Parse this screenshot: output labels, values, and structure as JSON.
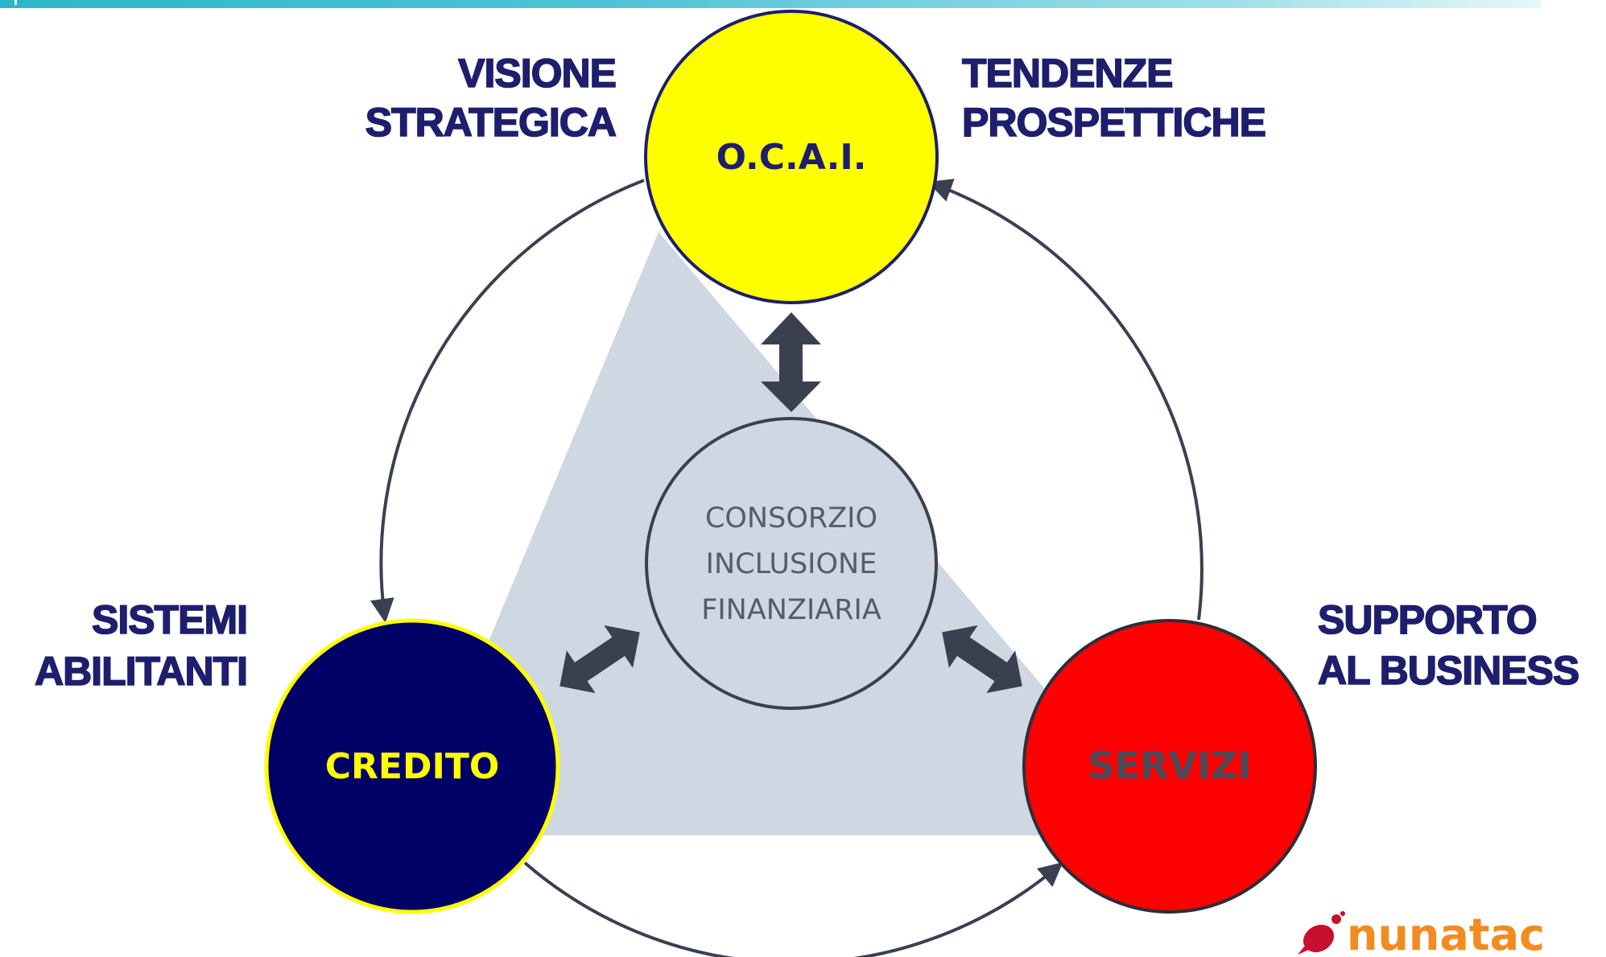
{
  "nodes": {
    "top": {
      "label": "O.C.A.I.",
      "fill": "#ffff00",
      "text_color": "#1e1e6e"
    },
    "left": {
      "label": "CREDITO",
      "fill": "#000066",
      "text_color": "#ffff00"
    },
    "right": {
      "label": "SERVIZI",
      "fill": "#ff0000",
      "text_color": "#4a4a5a"
    },
    "center": {
      "line1": "CONSORZIO",
      "line2": "INCLUSIONE",
      "line3": "FINANZIARIA"
    }
  },
  "labels": {
    "top_left": {
      "line1": "VISIONE",
      "line2": "STRATEGICA"
    },
    "top_right": {
      "line1": "TENDENZE",
      "line2": "PROSPETTICHE"
    },
    "left": {
      "line1": "SISTEMI",
      "line2": "ABILITANTI"
    },
    "right": {
      "line1": "SUPPORTO",
      "line2": "AL BUSINESS"
    }
  },
  "logo": {
    "text": "nunatac",
    "color": "#f28c1e",
    "splash_color": "#c8102e"
  },
  "colors": {
    "triangle": "#cfd7e3",
    "arrow": "#3a4050",
    "cycle": "#3a4050"
  }
}
